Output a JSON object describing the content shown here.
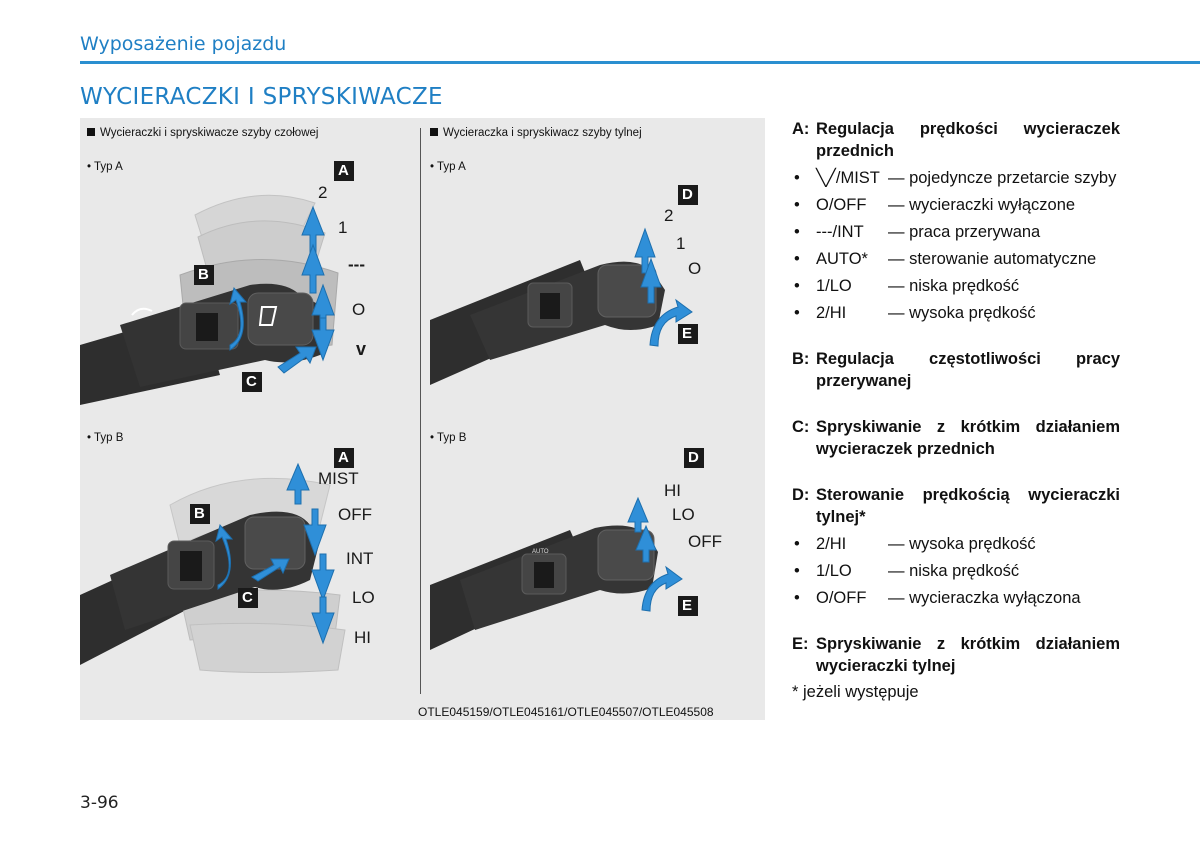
{
  "header": {
    "title": "Wyposażenie pojazdu"
  },
  "section_title": "WYCIERACZKI I SPRYSKIWACZE",
  "figure": {
    "left_caption": "Wycieraczki i spryskiwacze szyby czołowej",
    "right_caption": "Wycieraczka i spryskiwacz szyby tylnej",
    "type_a": "• Typ A",
    "type_b": "• Typ B",
    "reference": "OTLE045159/OTLE045161/OTLE045507/OTLE045508",
    "front_a": {
      "badge_a": "A",
      "badge_b": "B",
      "badge_c": "C",
      "pos_2": "2",
      "pos_1": "1",
      "pos_int": "---",
      "pos_o": "O",
      "pos_v": "v"
    },
    "rear_a": {
      "badge_d": "D",
      "badge_e": "E",
      "pos_2": "2",
      "pos_1": "1",
      "pos_o": "O"
    },
    "front_b": {
      "badge_a": "A",
      "badge_b": "B",
      "badge_c": "C",
      "mist": "MIST",
      "off": "OFF",
      "int": "INT",
      "lo": "LO",
      "hi": "HI"
    },
    "rear_b": {
      "badge_d": "D",
      "badge_e": "E",
      "hi": "HI",
      "lo": "LO",
      "off": "OFF",
      "auto": "AUTO"
    }
  },
  "legend": {
    "a": {
      "key": "A:",
      "title": "Regulacja prędkości wycieraczek przednich",
      "items": [
        {
          "key": "╲╱/MIST",
          "value": "— pojedyncze przetarcie szyby"
        },
        {
          "key": "O/OFF",
          "value": "— wycieraczki wyłączone"
        },
        {
          "key": "---/INT",
          "value": "— praca przerywana"
        },
        {
          "key": "AUTO*",
          "value": "— sterowanie automatyczne"
        },
        {
          "key": "1/LO",
          "value": "— niska prędkość"
        },
        {
          "key": "2/HI",
          "value": "— wysoka prędkość"
        }
      ]
    },
    "b": {
      "key": "B:",
      "title": "Regulacja częstotliwości pracy przerywanej"
    },
    "c": {
      "key": "C:",
      "title": "Spryskiwanie z krótkim działaniem wycieraczek przednich"
    },
    "d": {
      "key": "D:",
      "title": "Sterowanie prędkością wycieraczki tylnej*",
      "items": [
        {
          "key": "2/HI",
          "value": "— wysoka prędkość"
        },
        {
          "key": "1/LO",
          "value": "— niska prędkość"
        },
        {
          "key": "O/OFF",
          "value": "— wycieraczka wyłączona"
        }
      ]
    },
    "e": {
      "key": "E:",
      "title": "Spryskiwanie z krótkim działaniem wycieraczki tylnej"
    },
    "note": "* jeżeli występuje"
  },
  "page_number": "3-96",
  "colors": {
    "accent": "#1f7fc4",
    "arrow": "#2f8fd8",
    "badge": "#1a1a1a"
  }
}
